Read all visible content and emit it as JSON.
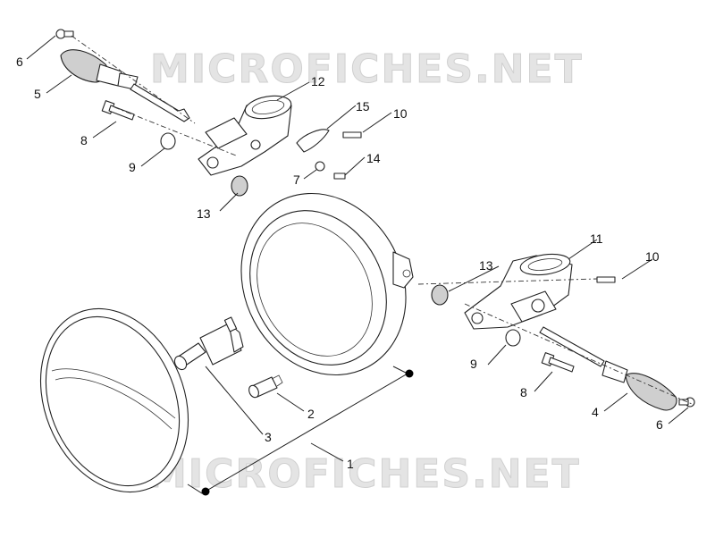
{
  "watermark": {
    "top_text": "MICROFICHES.NET",
    "bottom_text": "MICROFICHES.NET"
  },
  "callouts": {
    "c1": "1",
    "c2": "2",
    "c3": "3",
    "c4": "4",
    "c5": "5",
    "c6_left": "6",
    "c6_right": "6",
    "c7": "7",
    "c8_left": "8",
    "c8_right": "8",
    "c9_left": "9",
    "c9_right": "9",
    "c10_left": "10",
    "c10_right": "10",
    "c11": "11",
    "c12": "12",
    "c13_left": "13",
    "c13_right": "13",
    "c14": "14",
    "c15": "15"
  },
  "colors": {
    "line": "#222222",
    "watermark": "#e4e4e4",
    "shade": "#cfcfcf",
    "dot": "#000000"
  }
}
